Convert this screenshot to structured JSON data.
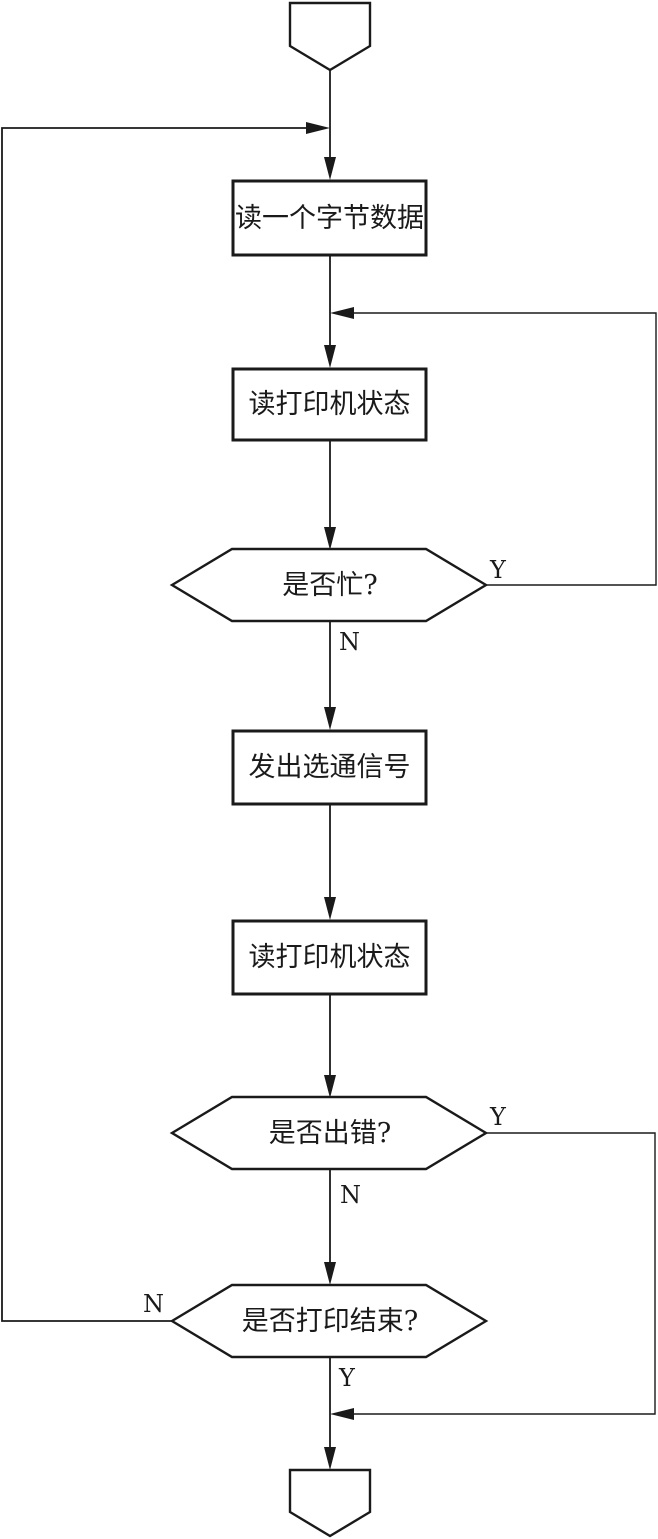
{
  "nodes": {
    "read_byte": "读一个字节数据",
    "read_status_1": "读打印机状态",
    "busy_check": "是否忙?",
    "send_strobe": "发出选通信号",
    "read_status_2": "读打印机状态",
    "error_check": "是否出错?",
    "end_check": "是否打印结束?"
  },
  "edge_labels": {
    "busy_yes": "Y",
    "busy_no": "N",
    "error_yes": "Y",
    "error_no": "N",
    "end_no": "N",
    "end_yes": "Y"
  }
}
